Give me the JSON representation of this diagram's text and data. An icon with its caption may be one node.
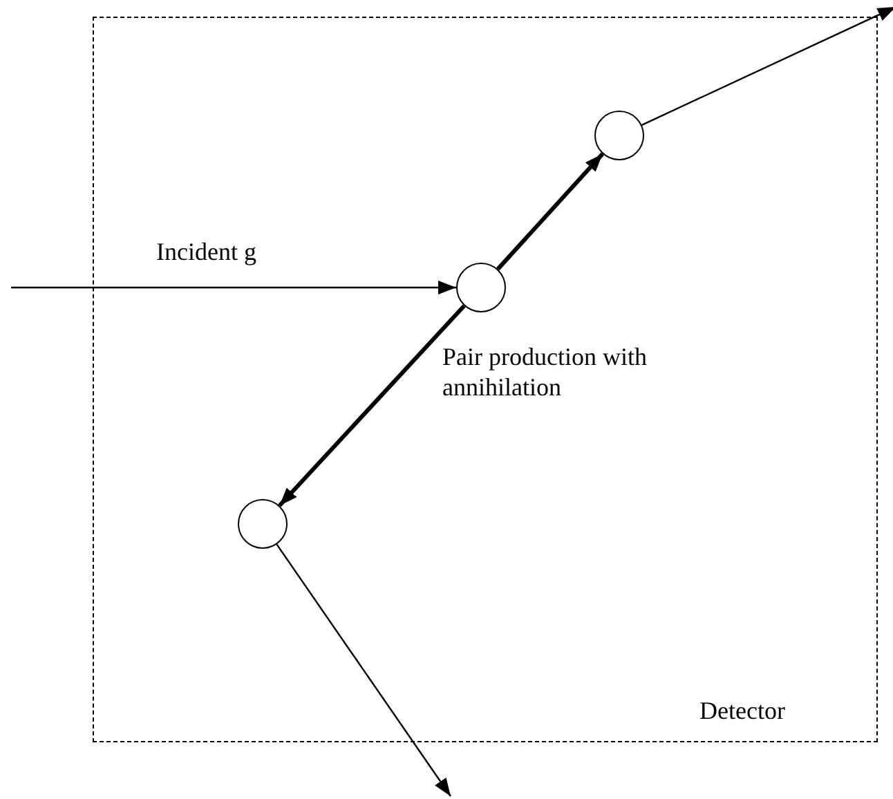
{
  "diagram": {
    "nodes": [
      {
        "text": [
          "Detector"
        ]
      },
      {
        "text": [],
        "shape": "circle",
        "in": 0
      },
      {
        "text": [],
        "shape": "circle",
        "in": 0
      },
      {
        "text": [],
        "shape": "circle",
        "in": 0
      }
    ],
    "edges": [
      {
        "from": null,
        "to": 2,
        "arrow": "to",
        "label": "Incident g"
      },
      {
        "from": 2,
        "to": 3,
        "arrow": "to",
        "style": "thick"
      },
      {
        "from": 2,
        "to": 1,
        "arrow": "to",
        "style": "thick"
      },
      {
        "from": 3,
        "to": null,
        "arrow": "to"
      },
      {
        "from": 1,
        "to": null,
        "arrow": "to"
      }
    ],
    "labels": [
      "Pair production with annihilation"
    ]
  }
}
